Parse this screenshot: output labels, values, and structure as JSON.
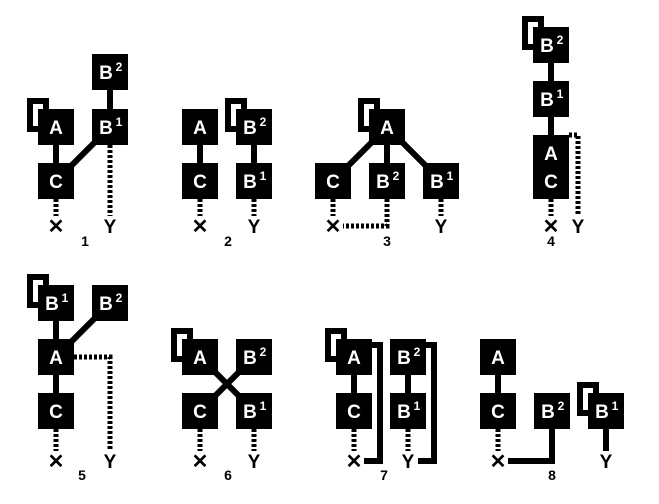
{
  "colors": {
    "ink": "#000000",
    "paper": "#ffffff"
  },
  "diagrams": [
    {
      "caption": "1",
      "boxes": [
        {
          "id": "A",
          "base": "A",
          "sup": "",
          "loop": true
        },
        {
          "id": "C",
          "base": "C",
          "sup": "",
          "loop": false
        },
        {
          "id": "B1",
          "base": "B",
          "sup": "1",
          "loop": false
        },
        {
          "id": "B2",
          "base": "B",
          "sup": "2",
          "loop": false
        }
      ],
      "terminals": [
        {
          "id": "X",
          "label": "✕"
        },
        {
          "id": "Y",
          "label": "Y"
        }
      ],
      "links": [
        {
          "from": "A",
          "to": "C",
          "style": "solid"
        },
        {
          "from": "C",
          "to": "B1",
          "style": "solid"
        },
        {
          "from": "B1",
          "to": "B2",
          "style": "solid"
        },
        {
          "from": "C",
          "to": "X",
          "style": "dotted"
        },
        {
          "from": "B1",
          "to": "Y",
          "style": "dotted"
        }
      ]
    },
    {
      "caption": "2",
      "boxes": [
        {
          "id": "A",
          "base": "A",
          "sup": "",
          "loop": false
        },
        {
          "id": "C",
          "base": "C",
          "sup": "",
          "loop": false
        },
        {
          "id": "B2",
          "base": "B",
          "sup": "2",
          "loop": true
        },
        {
          "id": "B1",
          "base": "B",
          "sup": "1",
          "loop": false
        }
      ],
      "terminals": [
        {
          "id": "X",
          "label": "✕"
        },
        {
          "id": "Y",
          "label": "Y"
        }
      ],
      "links": [
        {
          "from": "A",
          "to": "C",
          "style": "solid"
        },
        {
          "from": "B2",
          "to": "B1",
          "style": "solid"
        },
        {
          "from": "C",
          "to": "X",
          "style": "dotted"
        },
        {
          "from": "B1",
          "to": "Y",
          "style": "dotted"
        }
      ]
    },
    {
      "caption": "3",
      "boxes": [
        {
          "id": "A",
          "base": "A",
          "sup": "",
          "loop": true
        },
        {
          "id": "C",
          "base": "C",
          "sup": "",
          "loop": false
        },
        {
          "id": "B2",
          "base": "B",
          "sup": "2",
          "loop": false
        },
        {
          "id": "B1",
          "base": "B",
          "sup": "1",
          "loop": false
        }
      ],
      "terminals": [
        {
          "id": "X",
          "label": "✕"
        },
        {
          "id": "Y",
          "label": "Y"
        }
      ],
      "links": [
        {
          "from": "A",
          "to": "C",
          "style": "solid"
        },
        {
          "from": "A",
          "to": "B2",
          "style": "solid"
        },
        {
          "from": "A",
          "to": "B1",
          "style": "solid"
        },
        {
          "from": "C",
          "to": "X",
          "style": "dotted"
        },
        {
          "from": "B2",
          "to": "X",
          "style": "dotted"
        },
        {
          "from": "B1",
          "to": "Y",
          "style": "dotted"
        }
      ]
    },
    {
      "caption": "4",
      "boxes": [
        {
          "id": "B2",
          "base": "B",
          "sup": "2",
          "loop": true
        },
        {
          "id": "B1",
          "base": "B",
          "sup": "1",
          "loop": false
        },
        {
          "id": "A",
          "base": "A",
          "sup": "",
          "loop": false
        },
        {
          "id": "C",
          "base": "C",
          "sup": "",
          "loop": false
        }
      ],
      "terminals": [
        {
          "id": "X",
          "label": "✕"
        },
        {
          "id": "Y",
          "label": "Y"
        }
      ],
      "links": [
        {
          "from": "B2",
          "to": "B1",
          "style": "solid"
        },
        {
          "from": "B1",
          "to": "A",
          "style": "solid"
        },
        {
          "from": "A",
          "to": "C",
          "style": "solid"
        },
        {
          "from": "C",
          "to": "X",
          "style": "dotted"
        },
        {
          "from": "A",
          "to": "Y",
          "style": "dotted"
        }
      ]
    },
    {
      "caption": "5",
      "boxes": [
        {
          "id": "B1",
          "base": "B",
          "sup": "1",
          "loop": true
        },
        {
          "id": "B2",
          "base": "B",
          "sup": "2",
          "loop": false
        },
        {
          "id": "A",
          "base": "A",
          "sup": "",
          "loop": false
        },
        {
          "id": "C",
          "base": "C",
          "sup": "",
          "loop": false
        }
      ],
      "terminals": [
        {
          "id": "X",
          "label": "✕"
        },
        {
          "id": "Y",
          "label": "Y"
        }
      ],
      "links": [
        {
          "from": "B1",
          "to": "A",
          "style": "solid"
        },
        {
          "from": "A",
          "to": "B2",
          "style": "solid"
        },
        {
          "from": "A",
          "to": "C",
          "style": "solid"
        },
        {
          "from": "C",
          "to": "X",
          "style": "dotted"
        },
        {
          "from": "A",
          "to": "Y",
          "style": "dotted"
        }
      ]
    },
    {
      "caption": "6",
      "boxes": [
        {
          "id": "A",
          "base": "A",
          "sup": "",
          "loop": true
        },
        {
          "id": "B2",
          "base": "B",
          "sup": "2",
          "loop": false
        },
        {
          "id": "C",
          "base": "C",
          "sup": "",
          "loop": false
        },
        {
          "id": "B1",
          "base": "B",
          "sup": "1",
          "loop": false
        }
      ],
      "terminals": [
        {
          "id": "X",
          "label": "✕"
        },
        {
          "id": "Y",
          "label": "Y"
        }
      ],
      "links": [
        {
          "from": "A",
          "to": "B1",
          "style": "solid"
        },
        {
          "from": "B2",
          "to": "C",
          "style": "solid"
        },
        {
          "from": "C",
          "to": "X",
          "style": "dotted"
        },
        {
          "from": "B1",
          "to": "Y",
          "style": "dotted"
        }
      ]
    },
    {
      "caption": "7",
      "boxes": [
        {
          "id": "A",
          "base": "A",
          "sup": "",
          "loop": true
        },
        {
          "id": "C",
          "base": "C",
          "sup": "",
          "loop": false
        },
        {
          "id": "B2",
          "base": "B",
          "sup": "2",
          "loop": false
        },
        {
          "id": "B1",
          "base": "B",
          "sup": "1",
          "loop": false
        }
      ],
      "terminals": [
        {
          "id": "X",
          "label": "✕"
        },
        {
          "id": "Y",
          "label": "Y"
        }
      ],
      "links": [
        {
          "from": "A",
          "to": "C",
          "style": "solid"
        },
        {
          "from": "B2",
          "to": "B1",
          "style": "solid"
        },
        {
          "from": "A",
          "to": "X",
          "style": "solid"
        },
        {
          "from": "B2",
          "to": "Y",
          "style": "solid"
        },
        {
          "from": "C",
          "to": "X",
          "style": "dotted"
        },
        {
          "from": "B1",
          "to": "Y",
          "style": "dotted"
        }
      ]
    },
    {
      "caption": "8",
      "boxes": [
        {
          "id": "A",
          "base": "A",
          "sup": "",
          "loop": false
        },
        {
          "id": "C",
          "base": "C",
          "sup": "",
          "loop": false
        },
        {
          "id": "B2",
          "base": "B",
          "sup": "2",
          "loop": false
        },
        {
          "id": "B1",
          "base": "B",
          "sup": "1",
          "loop": true
        }
      ],
      "terminals": [
        {
          "id": "X",
          "label": "✕"
        },
        {
          "id": "Y",
          "label": "Y"
        }
      ],
      "links": [
        {
          "from": "A",
          "to": "C",
          "style": "solid"
        },
        {
          "from": "C",
          "to": "X",
          "style": "dotted"
        },
        {
          "from": "X",
          "to": "B2",
          "style": "solid"
        },
        {
          "from": "B1",
          "to": "Y",
          "style": "solid"
        }
      ]
    }
  ]
}
